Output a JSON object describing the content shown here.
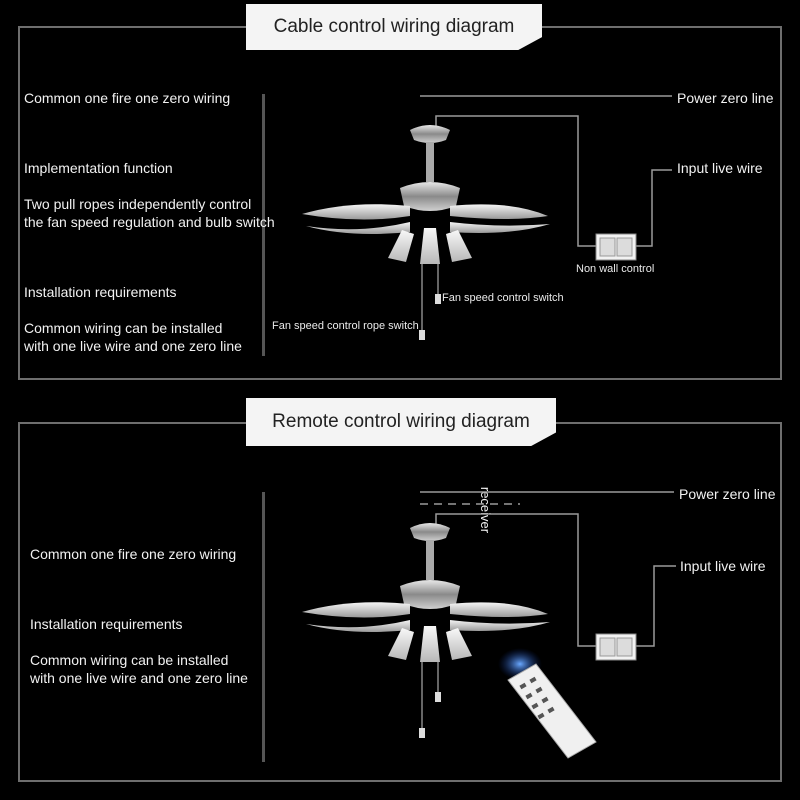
{
  "cable": {
    "title": "Cable control wiring diagram",
    "left_texts": [
      "Common one fire one zero wiring",
      "Implementation function",
      "Two pull ropes independently control",
      "the fan speed regulation and bulb switch",
      "Installation requirements",
      "Common wiring can be installed",
      "with one live wire and one zero line"
    ],
    "power_zero_line": "Power zero line",
    "input_live_wire": "Input live wire",
    "non_wall_control": "Non wall control",
    "fan_speed_switch": "Fan speed control switch",
    "rope_switch": "Fan speed control rope switch"
  },
  "remote": {
    "title": "Remote control wiring diagram",
    "left_texts": [
      "Common one fire one zero wiring",
      "Installation requirements",
      "Common wiring can be installed",
      "with one live wire and one zero line"
    ],
    "power_zero_line": "Power zero line",
    "input_live_wire": "Input live wire",
    "receiver": "receiver"
  }
}
